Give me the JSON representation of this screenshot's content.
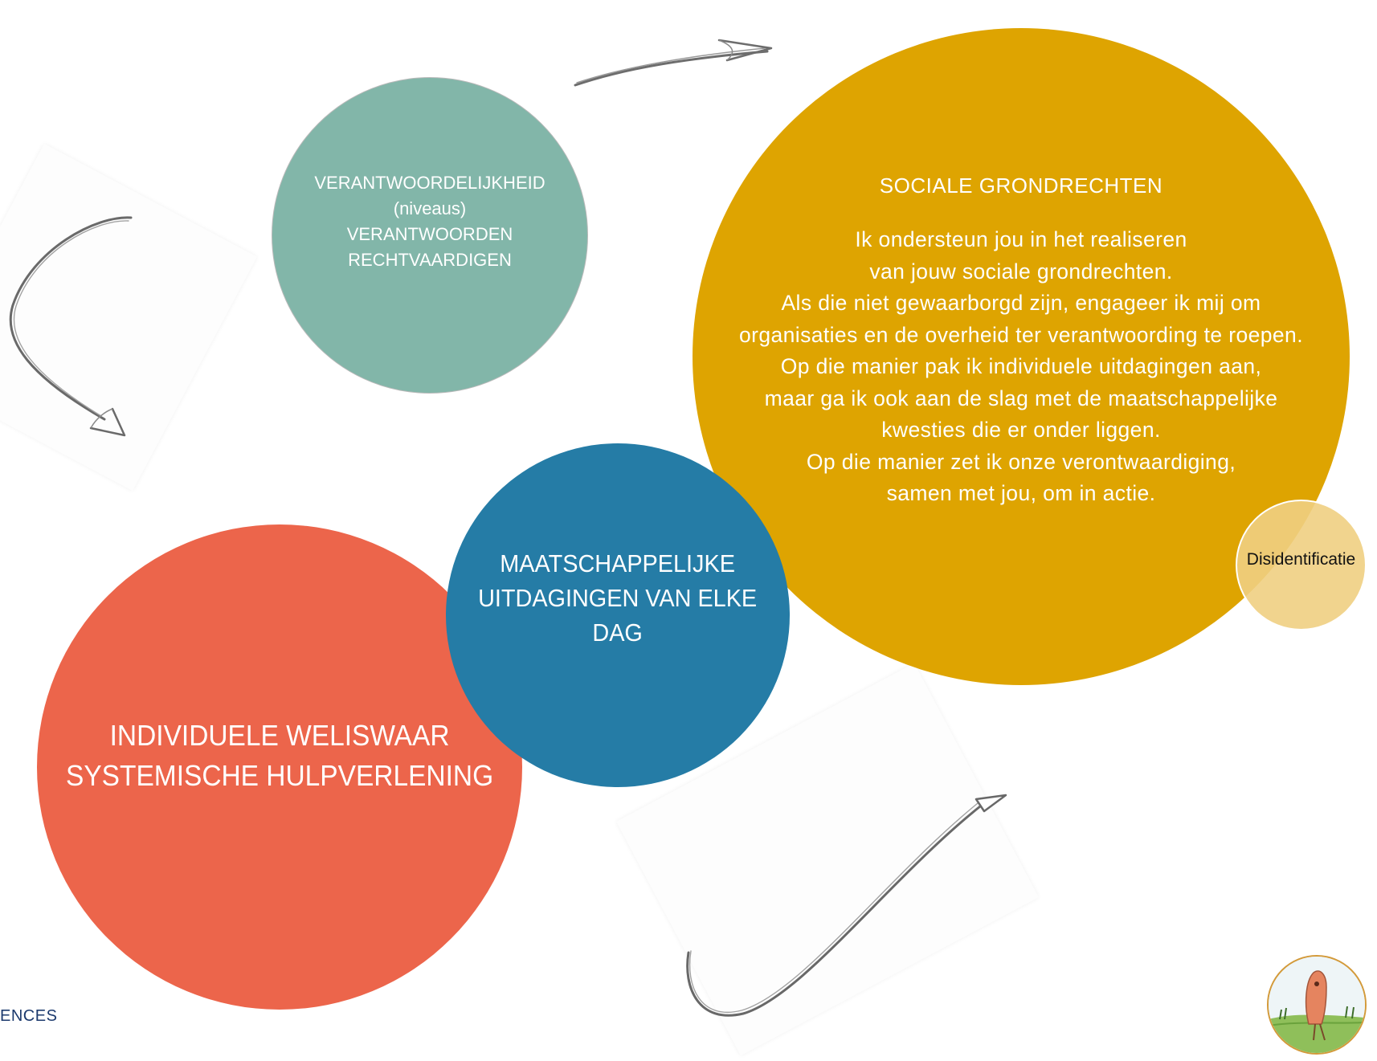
{
  "diagram": {
    "circles": {
      "responsibility": {
        "text": "VERANTWOORDELIJKHEID\n(niveaus)\nVERANTWOORDEN\nRECHTVAARDIGEN"
      },
      "social_rights": {
        "title": "SOCIALE GRONDRECHTEN",
        "body": "Ik ondersteun jou in het realiseren\nvan jouw sociale grondrechten.\nAls die niet gewaarborgd zijn, engageer ik mij om\norganisaties en de overheid ter verantwoording te roepen.\nOp die manier pak ik individuele uitdagingen aan,\nmaar ga ik ook aan de slag met de maatschappelijke\nkwesties die er onder liggen.\nOp die manier zet ik onze verontwaardiging,\nsamen met jou, om in actie."
      },
      "individual": {
        "text": "INDIVIDUELE WELISWAAR\nSYSTEMISCHE HULPVERLENING"
      },
      "societal": {
        "text": "MAATSCHAPPELIJKE\nUITDAGINGEN VAN ELKE\nDAG"
      },
      "disidentification": {
        "text": "Disidentificatie"
      }
    },
    "colors": {
      "green": "#82b6a9",
      "yellow": "#dea401",
      "red": "#ec654b",
      "blue": "#257ca6",
      "light_yellow": "#f0cf82"
    }
  },
  "footer": {
    "logo_text": "ENCES"
  }
}
